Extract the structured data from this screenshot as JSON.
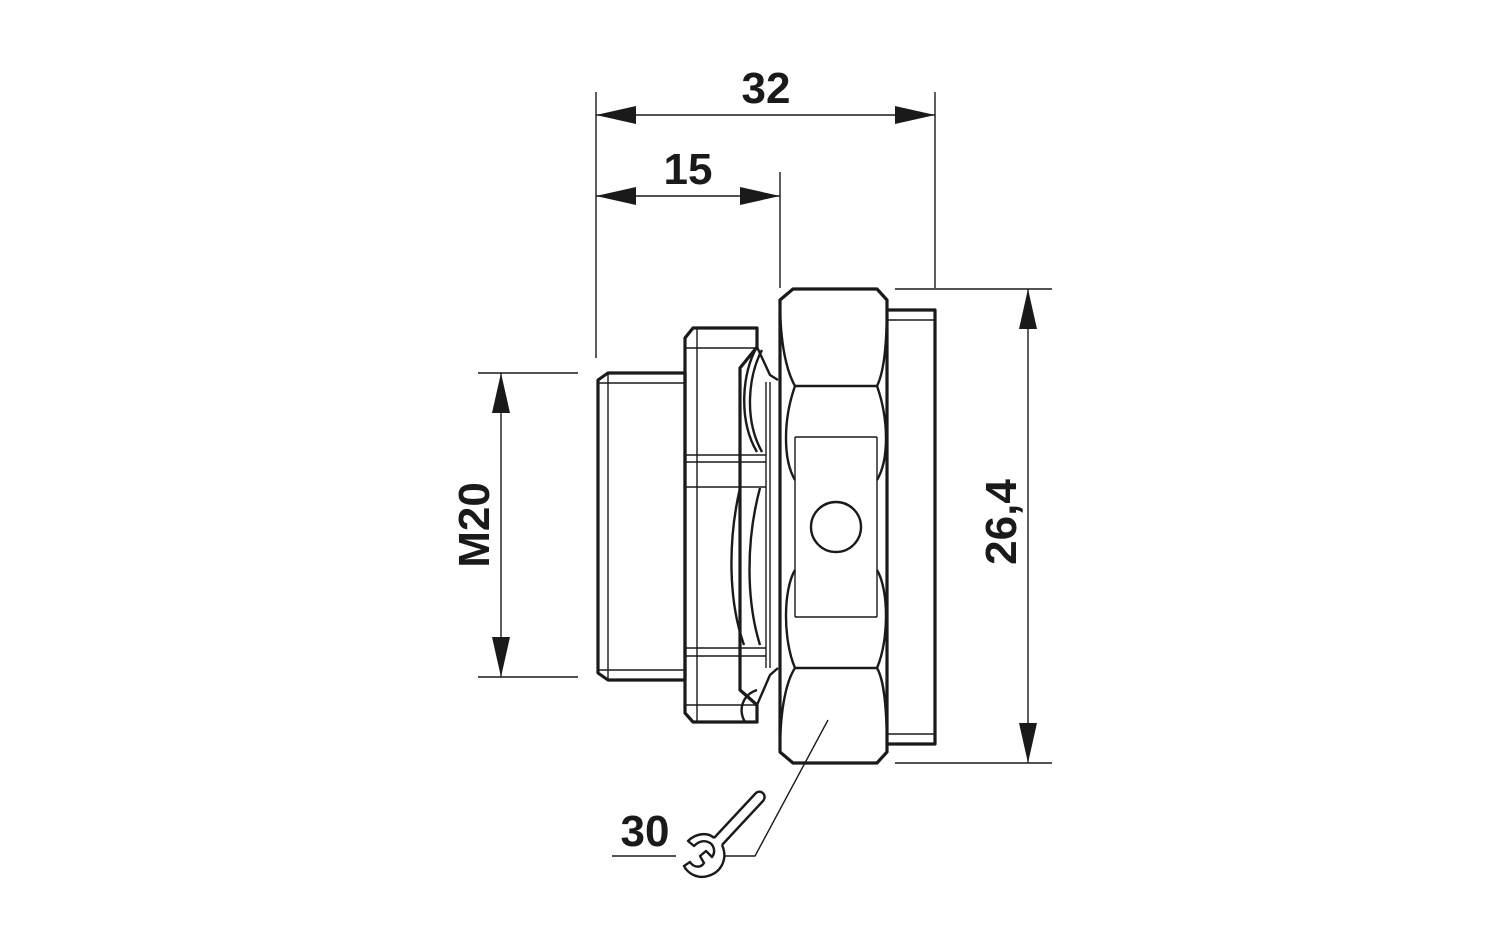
{
  "dimensions": {
    "overall_length": "32",
    "thread_length": "15",
    "thread_size": "M20",
    "outer_height": "26,4",
    "wrench_size": "30"
  },
  "icons": [
    "wrench-icon"
  ],
  "colors": {
    "line": "#1a1a1a",
    "background": "#ffffff"
  }
}
